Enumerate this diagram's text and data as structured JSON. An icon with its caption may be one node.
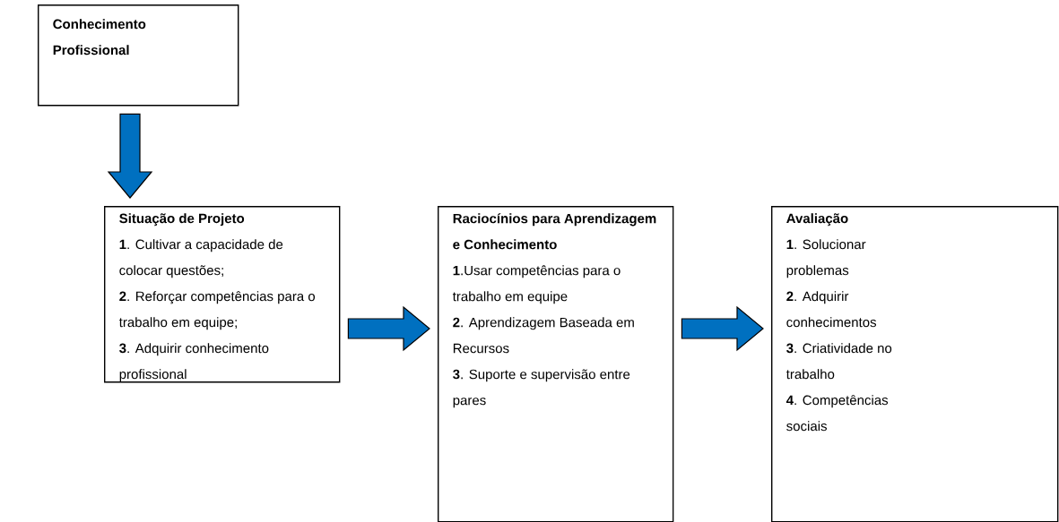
{
  "diagram": {
    "nodes": [
      {
        "text": [
          "Conhecimento Profissional"
        ]
      },
      {
        "text": [
          "Situação de Projeto",
          "**1**. Cultivar a capacidade de colocar questões;",
          "**2**. Reforçar competências para o trabalho em equipe;",
          "**3**. Adquirir conhecimento profissional"
        ]
      },
      {
        "text": [
          "Raciocínios para Aprendizagem e Conhecimento",
          "**1**.Usar competências para o trabalho em equipe",
          "**2**. Aprendizagem Baseada em Recursos",
          "**3**. Suporte e supervisão entre pares"
        ]
      },
      {
        "text": [
          "Avaliação",
          "**1**. Solucionar problemas",
          "**2**. Adquirir conhecimentos",
          "**3**. Criatividade no trabalho",
          "**4**. Competências sociais"
        ]
      }
    ],
    "edges": [
      {
        "from": 0,
        "to": 1,
        "arrow": "to"
      },
      {
        "from": 1,
        "to": 2,
        "arrow": "to"
      },
      {
        "from": 2,
        "to": 3,
        "arrow": "to"
      }
    ]
  }
}
